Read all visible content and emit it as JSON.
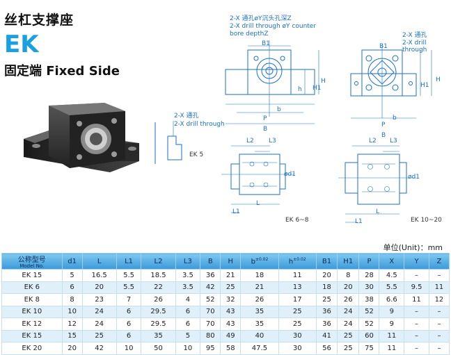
{
  "header": {
    "title_cn": "丝杠支撑座",
    "code": "EK",
    "subtitle": "固定端  Fixed Side"
  },
  "annotations": {
    "counter_bore_cn": "2-X 通孔øY沉头孔深Z",
    "counter_bore_en1": "2-X drill through øY counter",
    "counter_bore_en2": "bore depthZ",
    "drill_cn_right": "2-X 通孔",
    "drill_en_right": "2-X drill through",
    "drill_cn_left": "2-X 通孔",
    "drill_en_left": "2-X drill through"
  },
  "figure_captions": {
    "ek5": "EK 5",
    "ek6_8": "EK 6~8",
    "ek10_20": "EK 10~20"
  },
  "dimension_labels": {
    "B1": "B1",
    "P": "P",
    "B": "B",
    "b": "b",
    "H": "H",
    "H1": "H1",
    "h": "h",
    "L": "L",
    "L1": "L1",
    "L2": "L2",
    "L3": "L3",
    "d1": "ød1"
  },
  "unit_label": "单位(Unit)：mm",
  "table": {
    "headers": [
      {
        "main": "公称型号",
        "sub": "Model No."
      },
      {
        "main": "d1"
      },
      {
        "main": "L"
      },
      {
        "main": "L1"
      },
      {
        "main": "L2"
      },
      {
        "main": "L3"
      },
      {
        "main": "B"
      },
      {
        "main": "H"
      },
      {
        "main": "b",
        "sup": "±0.02"
      },
      {
        "main": "h",
        "sup": "±0.02"
      },
      {
        "main": "B1"
      },
      {
        "main": "H1"
      },
      {
        "main": "P"
      },
      {
        "main": "X"
      },
      {
        "main": "Y"
      },
      {
        "main": "Z"
      }
    ],
    "rows": [
      [
        "EK 15",
        "5",
        "16.5",
        "5.5",
        "18.5",
        "3.5",
        "36",
        "21",
        "18",
        "11",
        "20",
        "8",
        "28",
        "4.5",
        "–",
        "–"
      ],
      [
        "EK  6",
        "6",
        "20",
        "5.5",
        "22",
        "3.5",
        "42",
        "25",
        "21",
        "13",
        "18",
        "20",
        "30",
        "5.5",
        "9.5",
        "11"
      ],
      [
        "EK  8",
        "8",
        "23",
        "7",
        "26",
        "4",
        "52",
        "32",
        "26",
        "17",
        "25",
        "26",
        "38",
        "6.6",
        "11",
        "12"
      ],
      [
        "EK 10",
        "10",
        "24",
        "6",
        "29.5",
        "6",
        "70",
        "43",
        "35",
        "25",
        "36",
        "24",
        "52",
        "9",
        "–",
        "–"
      ],
      [
        "EK 12",
        "12",
        "24",
        "6",
        "29.5",
        "6",
        "70",
        "43",
        "35",
        "25",
        "36",
        "24",
        "52",
        "9",
        "–",
        "–"
      ],
      [
        "EK 15",
        "15",
        "25",
        "6",
        "35",
        "5",
        "80",
        "49",
        "40",
        "30",
        "41",
        "25",
        "60",
        "11",
        "–",
        "–"
      ],
      [
        "EK 20",
        "20",
        "42",
        "10",
        "50",
        "10",
        "95",
        "58",
        "47.5",
        "30",
        "56",
        "25",
        "75",
        "11",
        "–",
        "–"
      ]
    ]
  }
}
